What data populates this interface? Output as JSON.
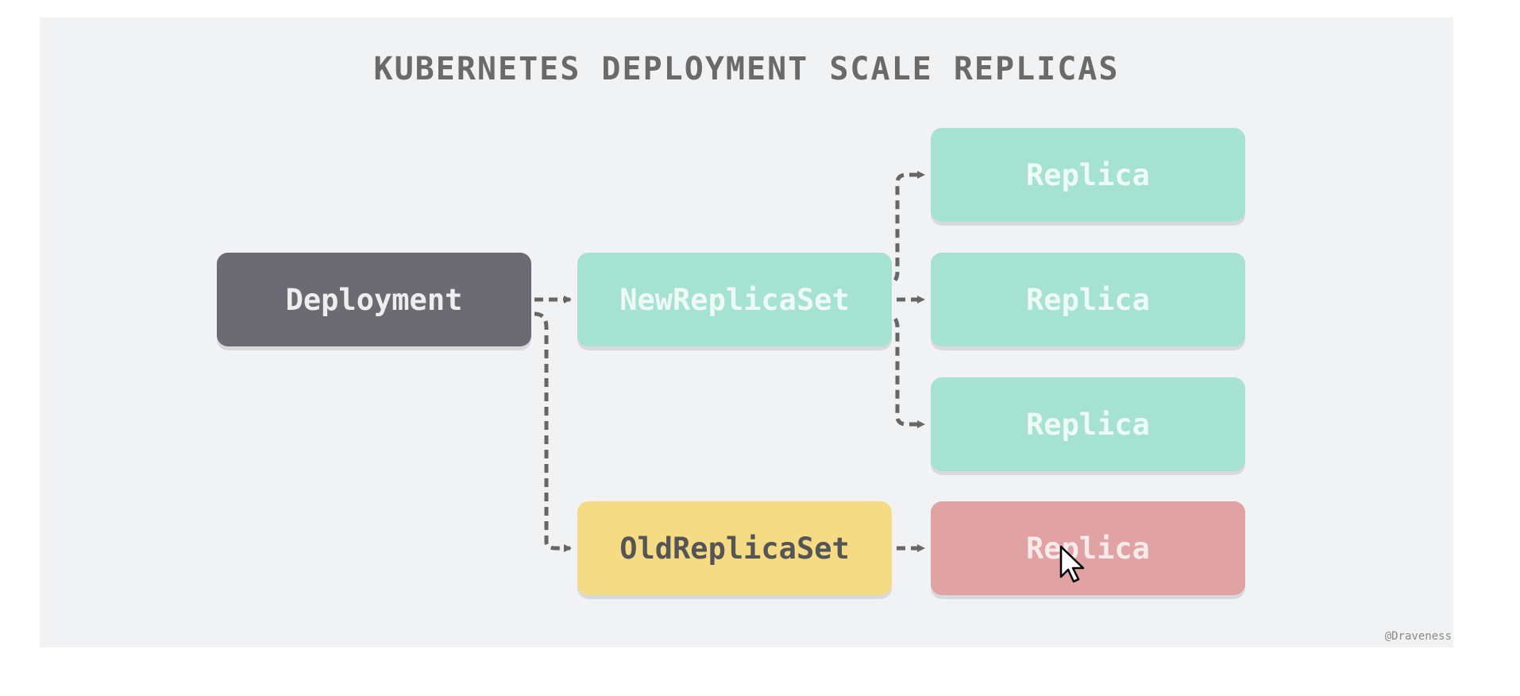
{
  "diagram": {
    "title": "KUBERNETES DEPLOYMENT SCALE REPLICAS",
    "credit": "@Draveness",
    "colors": {
      "background": "#f1f2f4",
      "deployment": "#6c6a72",
      "new_replicaset": "#a5e2d2",
      "old_replicaset": "#f5dc84",
      "replica": "#a5e2d2",
      "removed_replica": "#e0a2a2",
      "arrow": "#666666",
      "title_text": "#6a6a6a"
    },
    "nodes": {
      "deployment": {
        "label": "Deployment",
        "text_color": "#eeeeee"
      },
      "new_replicaset": {
        "label": "NewReplicaSet",
        "text_color": "#eefaf6"
      },
      "old_replicaset": {
        "label": "OldReplicaSet",
        "text_color": "#555555"
      },
      "replica_1": {
        "label": "Replica",
        "text_color": "#eefaf6"
      },
      "replica_2": {
        "label": "Replica",
        "text_color": "#eefaf6"
      },
      "replica_3": {
        "label": "Replica",
        "text_color": "#eefaf6"
      },
      "replica_old": {
        "label": "Replica",
        "text_color": "#f7eaea",
        "state": "being removed"
      }
    },
    "edges": [
      {
        "from": "deployment",
        "to": "new_replicaset",
        "style": "dashed"
      },
      {
        "from": "deployment",
        "to": "old_replicaset",
        "style": "dashed"
      },
      {
        "from": "new_replicaset",
        "to": "replica_1",
        "style": "dashed"
      },
      {
        "from": "new_replicaset",
        "to": "replica_2",
        "style": "dashed"
      },
      {
        "from": "new_replicaset",
        "to": "replica_3",
        "style": "dashed"
      },
      {
        "from": "old_replicaset",
        "to": "replica_old",
        "style": "dashed"
      }
    ],
    "cursor_icon": "mouse-pointer-icon"
  }
}
